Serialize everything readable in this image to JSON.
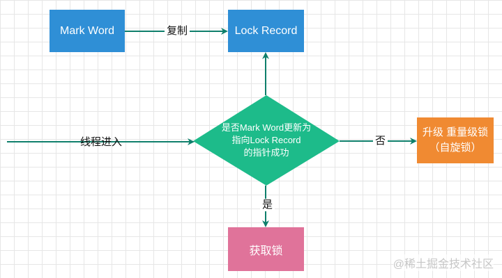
{
  "nodes": {
    "mark_word": "Mark Word",
    "lock_record": "Lock Record",
    "decision": [
      "是否Mark Word更新为",
      "指向Lock Record",
      "的指针成功"
    ],
    "upgrade": [
      "升级 重量级锁",
      "（自旋锁）"
    ],
    "get_lock": "获取锁"
  },
  "edges": {
    "copy": "复制",
    "thread_enter": "线程进入",
    "no": "否",
    "yes": "是"
  },
  "watermark": "@稀土掘金技术社区",
  "colors": {
    "blue": "#2f8fd6",
    "green": "#1dbb8a",
    "orange": "#f08a32",
    "pink": "#e0739a",
    "arrow": "#0e7f6b"
  }
}
